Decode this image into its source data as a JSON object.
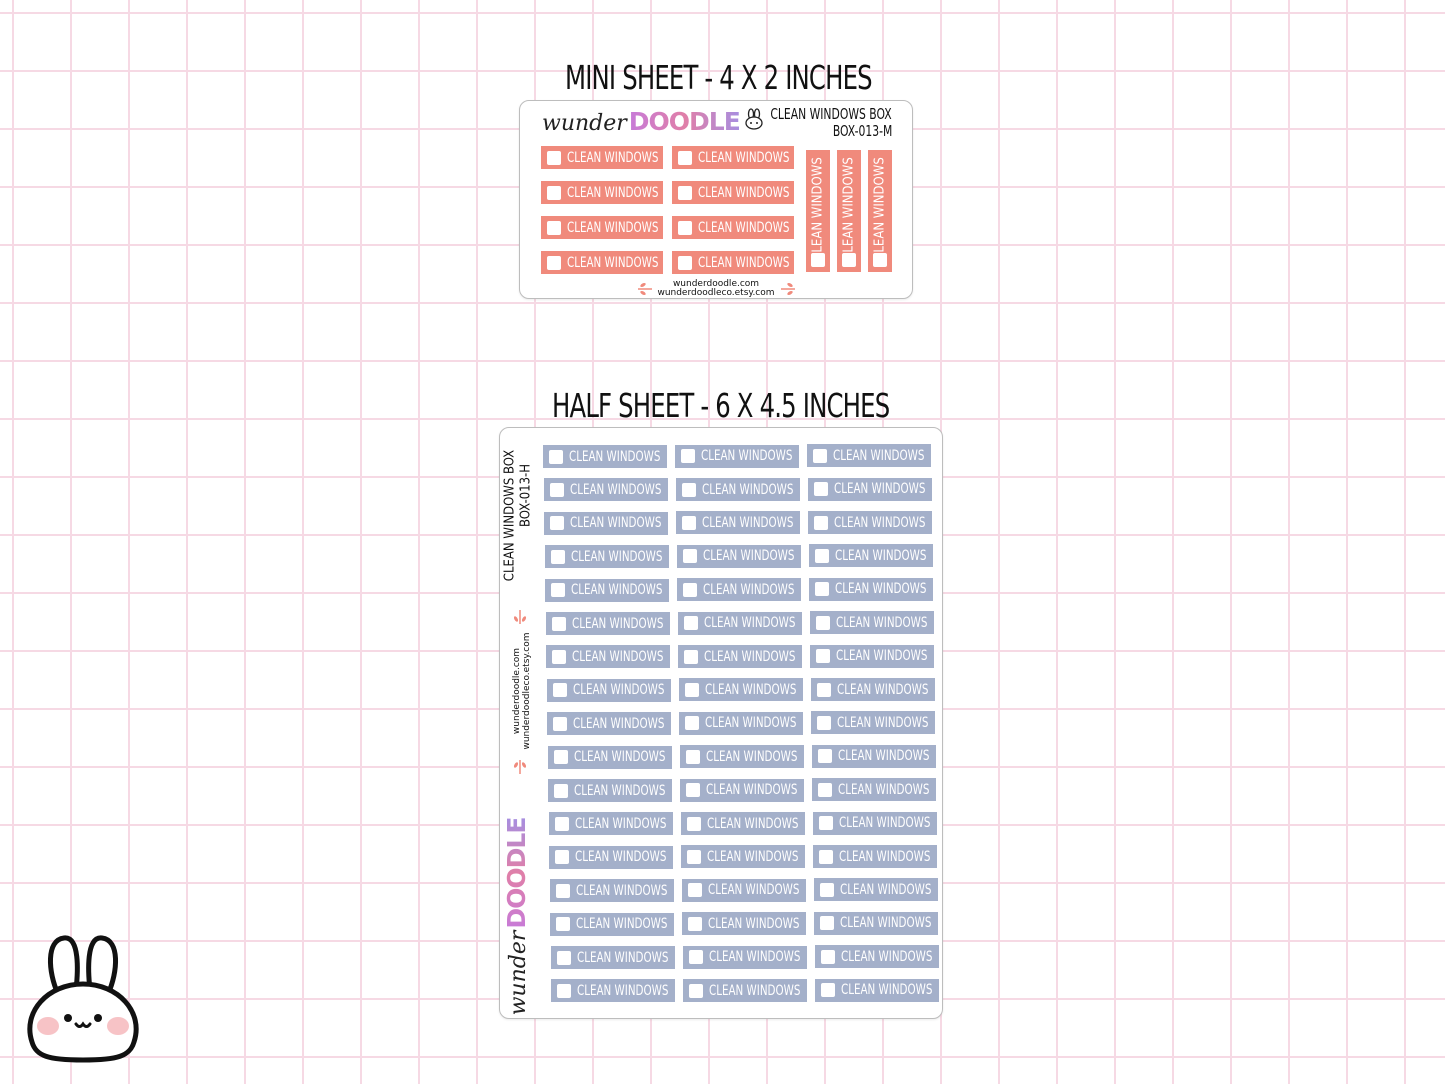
{
  "mini": {
    "title": "MINI SHEET - 4 X 2 INCHES",
    "brand_script": "wunder",
    "brand_bold": "DOODLE",
    "product_name": "CLEAN WINDOWS BOX",
    "product_code": "BOX-013-M",
    "sticker_label": "CLEAN WINDOWS",
    "footer_site": "wunderdoodle.com",
    "footer_etsy": "wunderdoodleco.etsy.com"
  },
  "half": {
    "title": "HALF SHEET - 6 X 4.5 INCHES",
    "product_name": "CLEAN WINDOWS BOX",
    "product_code": "BOX-013-H",
    "site": "wunderdoodle.com",
    "etsy": "wunderdoodleco.etsy.com",
    "brand_script": "wunder",
    "brand_bold": "DOODLE",
    "sticker_label": "CLEAN WINDOWS"
  },
  "colors": {
    "mini_sticker": "#f08a7c",
    "half_sticker": "#a4b0ca",
    "grid": "#f6d9e4"
  },
  "icons": [
    "bunny-mascot-icon",
    "bunny-head-icon",
    "leaf-sprig-icon"
  ]
}
